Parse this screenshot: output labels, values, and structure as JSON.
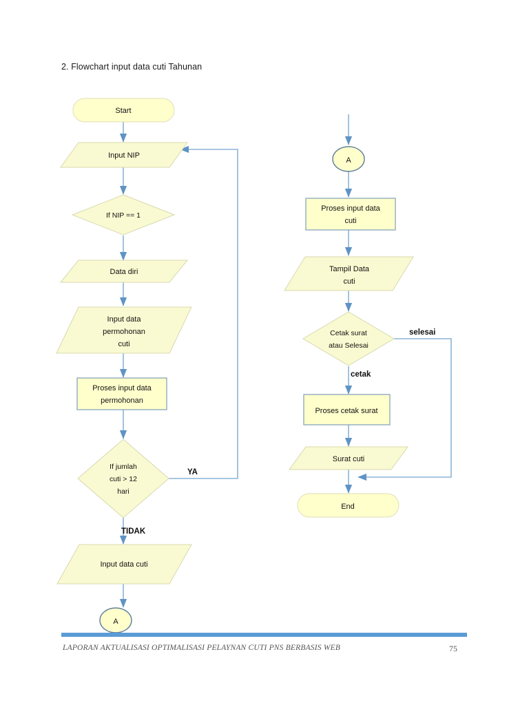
{
  "document": {
    "heading": "2. Flowchart input data cuti Tahunan",
    "footer_text": "LAPORAN AKTUALISASI OPTIMALISASI PELAYNAN CUTI PNS BERBASIS WEB",
    "page_number": "75"
  },
  "colors": {
    "node_fill": "#FFFFCC",
    "node_stroke": "#7F9DB9",
    "terminal_stroke": "#E8E8C8",
    "connector_stroke": "#5F7F9B",
    "edge_stroke": "#6FA8DC",
    "footer_rule": "#5B9BD5",
    "text": "#111111"
  },
  "flowchart": {
    "type": "flowchart",
    "left_column": {
      "nodes": [
        {
          "id": "start",
          "shape": "terminal",
          "lines": [
            "Start"
          ]
        },
        {
          "id": "input-nip",
          "shape": "parallelogram",
          "lines": [
            "Input NIP"
          ]
        },
        {
          "id": "if-nip",
          "shape": "diamond",
          "lines": [
            "If NIP == 1"
          ]
        },
        {
          "id": "data-diri",
          "shape": "parallelogram",
          "lines": [
            "Data diri"
          ]
        },
        {
          "id": "input-data-permohonan-cuti",
          "shape": "parallelogram",
          "lines": [
            "Input data",
            "permohonan",
            "cuti"
          ]
        },
        {
          "id": "proses-input-data-permohonan",
          "shape": "process",
          "lines": [
            "Proses input data",
            "permohonan"
          ]
        },
        {
          "id": "if-jumlah-cuti",
          "shape": "diamond",
          "lines": [
            "If jumlah",
            "cuti > 12",
            "hari"
          ]
        },
        {
          "id": "input-data-cuti",
          "shape": "parallelogram",
          "lines": [
            "Input data  cuti"
          ]
        },
        {
          "id": "connector-a-out",
          "shape": "connector",
          "lines": [
            "A"
          ]
        }
      ],
      "edge_labels": [
        {
          "id": "ya",
          "text": "YA"
        },
        {
          "id": "tidak",
          "text": "TIDAK"
        }
      ]
    },
    "right_column": {
      "nodes": [
        {
          "id": "connector-a-in",
          "shape": "connector",
          "lines": [
            "A"
          ]
        },
        {
          "id": "proses-input-data-cuti",
          "shape": "process",
          "lines": [
            "Proses input data",
            "cuti"
          ]
        },
        {
          "id": "tampil-data-cuti",
          "shape": "parallelogram",
          "lines": [
            "Tampil Data",
            "cuti"
          ]
        },
        {
          "id": "cetak-atau-selesai",
          "shape": "diamond",
          "lines": [
            "Cetak surat",
            "atau Selesai"
          ]
        },
        {
          "id": "proses-cetak-surat",
          "shape": "process",
          "lines": [
            "Proses cetak surat"
          ]
        },
        {
          "id": "surat-cuti",
          "shape": "parallelogram",
          "lines": [
            "Surat cuti"
          ]
        },
        {
          "id": "end",
          "shape": "terminal",
          "lines": [
            "End"
          ]
        }
      ],
      "edge_labels": [
        {
          "id": "selesai",
          "text": "selesai"
        },
        {
          "id": "cetak",
          "text": "cetak"
        }
      ]
    }
  }
}
